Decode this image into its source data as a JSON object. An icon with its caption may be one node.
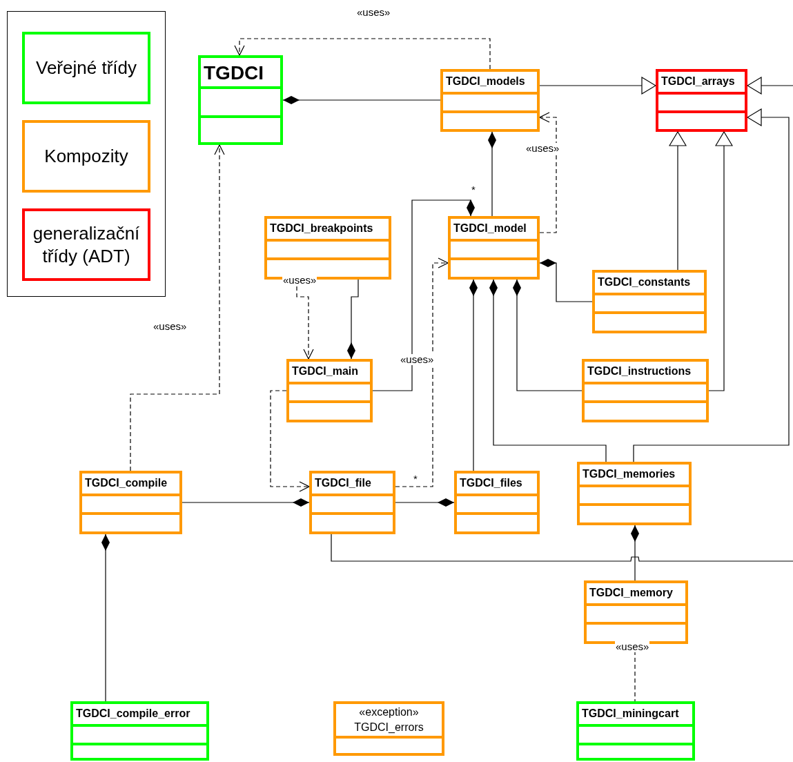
{
  "diagram": {
    "nodes": [
      {
        "text": [
          "TGDCI"
        ]
      },
      {
        "text": [
          "TGDCI_models"
        ]
      },
      {
        "text": [
          "TGDCI_arrays"
        ]
      },
      {
        "text": [
          "TGDCI_breakpoints"
        ]
      },
      {
        "text": [
          "TGDCI_model"
        ]
      },
      {
        "text": [
          "TGDCI_constants"
        ]
      },
      {
        "text": [
          "TGDCI_main"
        ]
      },
      {
        "text": [
          "TGDCI_instructions"
        ]
      },
      {
        "text": [
          "TGDCI_compile"
        ]
      },
      {
        "text": [
          "TGDCI_file"
        ]
      },
      {
        "text": [
          "TGDCI_files"
        ]
      },
      {
        "text": [
          "TGDCI_memories"
        ]
      },
      {
        "text": [
          "TGDCI_memory"
        ]
      },
      {
        "text": [
          "TGDCI_compile_error"
        ]
      },
      {
        "text": [
          "«exception»",
          "TGDCI_errors"
        ]
      },
      {
        "text": [
          "TGDCI_miningcart"
        ]
      }
    ],
    "edges": [
      {
        "from": 1,
        "to": 0,
        "arrow": "other"
      },
      {
        "from": 1,
        "to": 0,
        "arrow": "to",
        "style": "dashed",
        "label": "«uses»"
      },
      {
        "from": 1,
        "to": 2,
        "arrow": "to"
      },
      {
        "from": null,
        "to": 2,
        "arrow": "to"
      },
      {
        "from": 11,
        "to": 2,
        "arrow": "to"
      },
      {
        "from": 9,
        "to": null,
        "arrow": "none"
      },
      {
        "from": 5,
        "to": 2,
        "arrow": "to"
      },
      {
        "from": 7,
        "to": 2,
        "arrow": "to"
      },
      {
        "from": 4,
        "to": 1,
        "arrow": "other"
      },
      {
        "from": 4,
        "to": 1,
        "arrow": "to",
        "style": "dashed",
        "label": "«uses»"
      },
      {
        "from": 5,
        "to": 4,
        "arrow": "other"
      },
      {
        "from": 6,
        "to": 4,
        "arrow": "other"
      },
      {
        "from": 3,
        "to": 6,
        "arrow": "other"
      },
      {
        "from": 3,
        "to": 6,
        "arrow": "to",
        "style": "dashed",
        "label": "«uses»"
      },
      {
        "from": 6,
        "to": 9,
        "arrow": "to",
        "style": "dashed"
      },
      {
        "from": 9,
        "to": 4,
        "arrow": "to",
        "style": "dashed",
        "label": "«uses»"
      },
      {
        "from": 8,
        "to": 0,
        "arrow": "to",
        "style": "dashed",
        "label": "«uses»"
      },
      {
        "from": 8,
        "to": 9,
        "arrow": "other"
      },
      {
        "from": 9,
        "to": 10,
        "arrow": "other"
      },
      {
        "from": 10,
        "to": 4,
        "arrow": "other"
      },
      {
        "from": 11,
        "to": 4,
        "arrow": "other"
      },
      {
        "from": 7,
        "to": 4,
        "arrow": "other"
      },
      {
        "from": 12,
        "to": 11,
        "arrow": "other"
      },
      {
        "from": 12,
        "to": 15,
        "arrow": "none",
        "style": "dashed",
        "label": "«uses»"
      },
      {
        "from": 13,
        "to": 8,
        "arrow": "other"
      }
    ],
    "labels": [
      "*",
      "*"
    ],
    "legend": [
      {
        "text": "Veřejné třídy",
        "color": "#00ff00"
      },
      {
        "text": "Kompozity",
        "color": "#ff9900"
      },
      {
        "text": "generalizační třídy (ADT)",
        "color": "#ff0000"
      }
    ]
  }
}
